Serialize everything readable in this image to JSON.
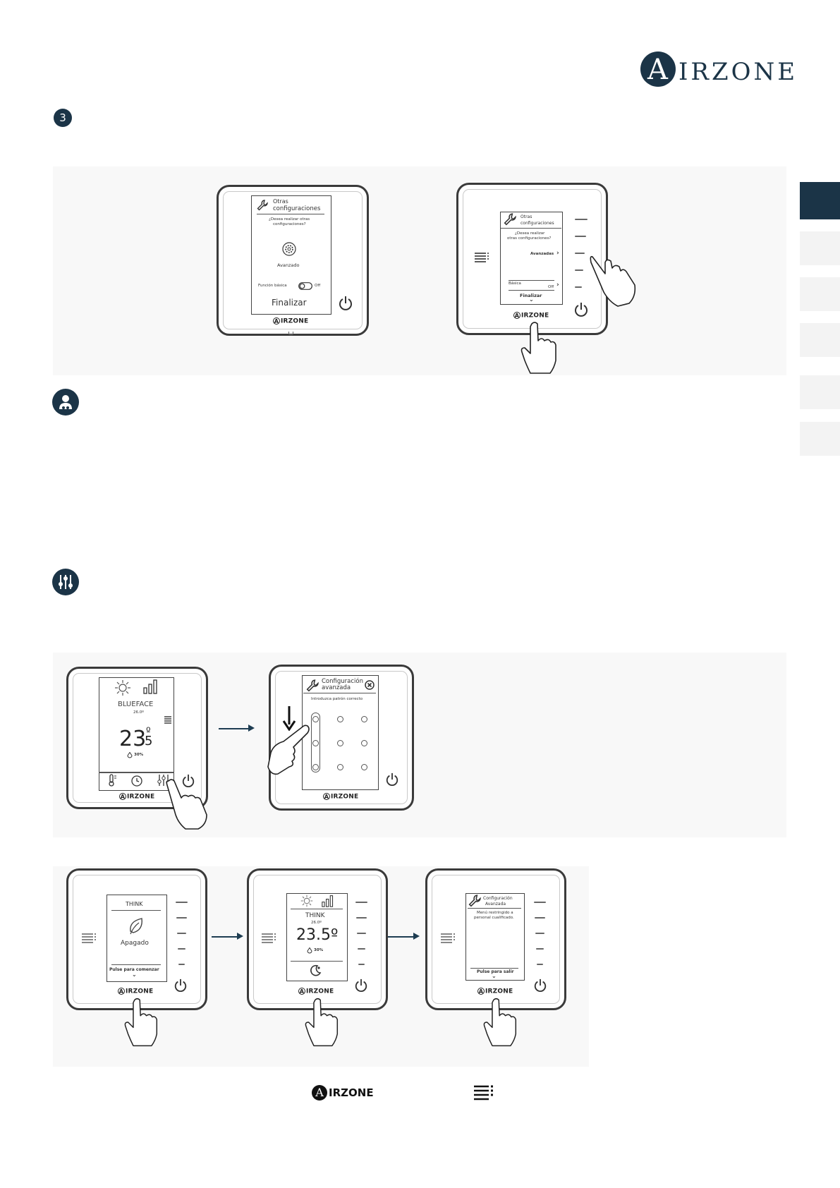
{
  "brand": {
    "logo_text": "IRZONE",
    "logo_initial": "A"
  },
  "step": {
    "number": "3"
  },
  "fig1": {
    "screen_title_1": "Otras",
    "screen_title_2": "configuraciones",
    "question_1": "¿Desea realizar otras",
    "question_2": "configuraciones?",
    "advanced": "Avanzado",
    "basic_function": "Función básica",
    "off": "Off",
    "finish": "Finalizar"
  },
  "fig2": {
    "title_1": "Otras",
    "title_2": "configuraciones",
    "question_1": "¿Desea realizar",
    "question_2": "otras configuraciones?",
    "advanced": "Avanzadas",
    "basic": "Básica",
    "off": "Off",
    "finish": "Finalizar"
  },
  "fig3": {
    "device_name": "BLUEFACE",
    "setpoint": "26.0º",
    "temp_main": "23",
    "temp_dec": "5",
    "temp_deg": "º",
    "humidity": "30%"
  },
  "fig4": {
    "title_1": "Configuración",
    "title_2": "avanzada",
    "hint": "Introduzca patrón correcto"
  },
  "fig5": {
    "name": "THINK",
    "state": "Apagado",
    "prompt": "Pulse para comenzar"
  },
  "fig6": {
    "name": "THINK",
    "setpoint": "26.0º",
    "temp": "23.5º",
    "humidity": "30%"
  },
  "fig7": {
    "title_1": "Configuración",
    "title_2": "Avanzada",
    "msg_1": "Menú restringido a",
    "msg_2": "personal cualificado.",
    "prompt": "Pulse para salir"
  },
  "icons": [
    "wrench-icon",
    "gear-icon",
    "toggle-icon",
    "power-icon",
    "hand-pointer-icon",
    "menu-lines-icon",
    "sun-icon",
    "signal-icon",
    "thermometer-icon",
    "clock-icon",
    "sliders-icon",
    "close-circle-icon",
    "arrow-down-icon",
    "leaf-icon",
    "moon-icon",
    "drop-icon",
    "technician-icon"
  ],
  "colors": {
    "brand_dark": "#1b3447",
    "arrow": "#1e3d52",
    "panel_bg": "#f8f8f8"
  }
}
